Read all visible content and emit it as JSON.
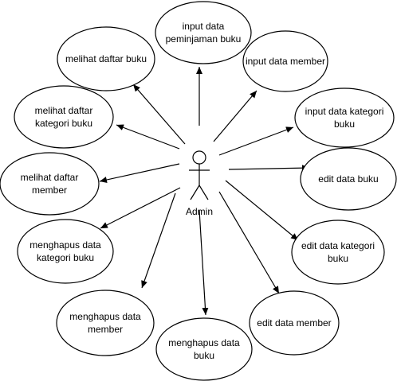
{
  "actor": {
    "name": "Admin"
  },
  "use_cases": [
    {
      "id": "uc-input-peminjaman",
      "lines": [
        "input data",
        "peminjaman buku"
      ]
    },
    {
      "id": "uc-input-member",
      "lines": [
        "input data member"
      ]
    },
    {
      "id": "uc-input-kategori",
      "lines": [
        "input data kategori",
        "buku"
      ]
    },
    {
      "id": "uc-edit-buku",
      "lines": [
        "edit data buku"
      ]
    },
    {
      "id": "uc-edit-kategori",
      "lines": [
        "edit data kategori",
        "buku"
      ]
    },
    {
      "id": "uc-edit-member",
      "lines": [
        "edit data member"
      ]
    },
    {
      "id": "uc-hapus-buku",
      "lines": [
        "menghapus data",
        "buku"
      ]
    },
    {
      "id": "uc-hapus-member",
      "lines": [
        "menghapus data",
        "member"
      ]
    },
    {
      "id": "uc-hapus-kategori",
      "lines": [
        "menghapus data",
        "kategori buku"
      ]
    },
    {
      "id": "uc-lihat-member",
      "lines": [
        "melihat daftar",
        "member"
      ]
    },
    {
      "id": "uc-lihat-kategori",
      "lines": [
        "melihat daftar",
        "kategori buku"
      ]
    },
    {
      "id": "uc-lihat-buku",
      "lines": [
        "melihat daftar buku"
      ]
    }
  ],
  "colors": {
    "stroke": "#000000",
    "fill": "#ffffff"
  }
}
